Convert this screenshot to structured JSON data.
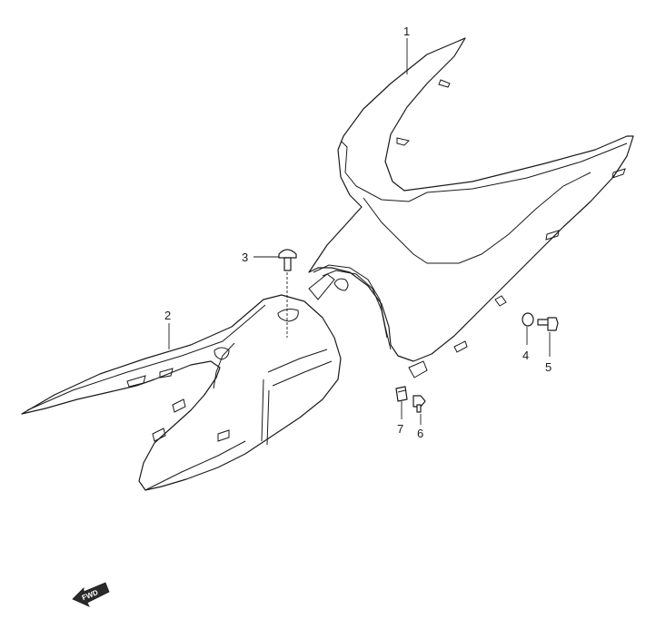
{
  "diagram": {
    "callouts": [
      "1",
      "2",
      "3",
      "4",
      "5",
      "6",
      "7"
    ],
    "fwd_badge": "FWD"
  },
  "colors": {
    "line": "#1a1a1a",
    "background": "#ffffff",
    "badge": "#2a2a2a"
  }
}
